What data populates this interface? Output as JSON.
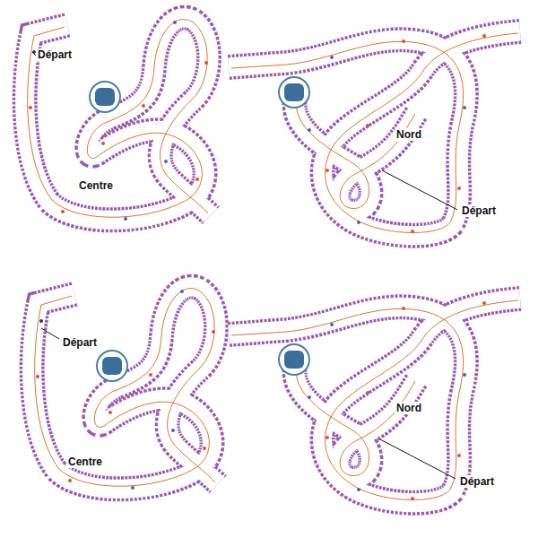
{
  "diagram": {
    "labels": [
      "Départ",
      "Centre",
      "Nord",
      "Départ",
      "Départ",
      "Centre",
      "Nord",
      "Départ"
    ]
  }
}
